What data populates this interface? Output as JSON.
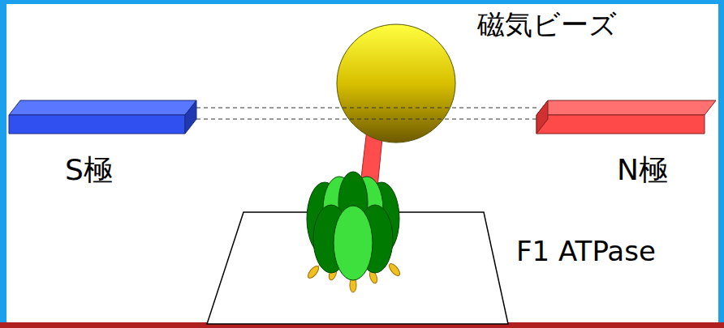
{
  "diagram": {
    "labels": [
      "磁気ビーズ",
      "S極",
      "N極",
      "F1 ATPase"
    ]
  }
}
